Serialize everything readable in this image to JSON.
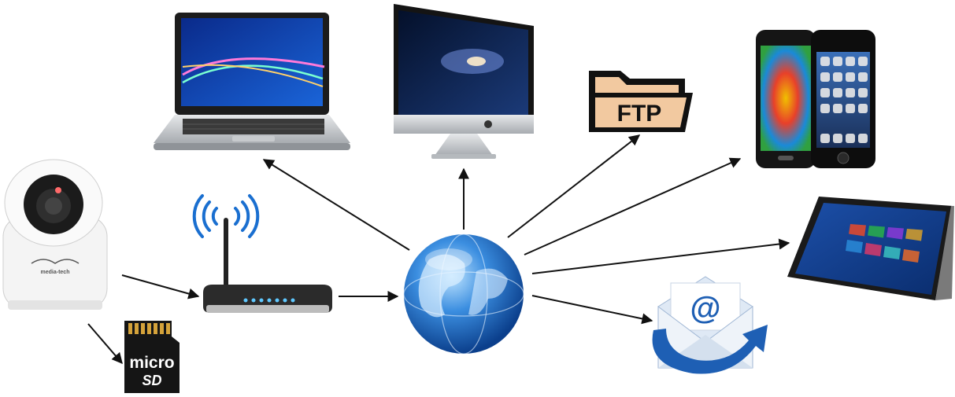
{
  "ftp": {
    "label": "FTP"
  },
  "microsd": {
    "line1": "micro",
    "line2": "SD"
  },
  "email": {
    "symbol": "@"
  },
  "camera": {
    "brand": "media-tech"
  },
  "colors": {
    "arrow": "#111111",
    "ftp_folder": "#f2c9a0",
    "globe": "#2a74c8",
    "wifi": "#1a6fd0",
    "email_blue": "#1e5fb4"
  }
}
